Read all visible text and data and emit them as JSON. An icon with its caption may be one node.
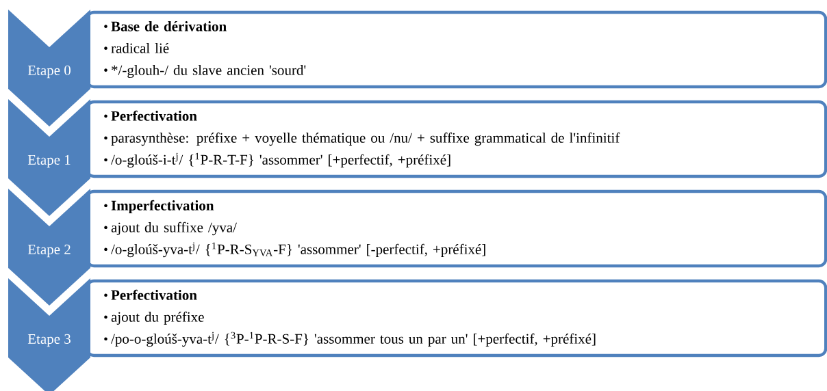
{
  "diagram": {
    "nodes": [
      {
        "text": [
          "Etape 0"
        ]
      },
      {
        "text": [
          "Base de dérivation",
          "radical lié",
          "*/-glouh-/ du slave ancien 'sourd'"
        ]
      },
      {
        "text": [
          "Etape 1"
        ]
      },
      {
        "text": [
          "Perfectivation",
          "parasynthèse: préfixe + voyelle thématique ou /nu/ + suffixe grammatical de l'infinitif",
          "/o-gloúš-i-t$^{j}$/ {$^{1}$P-R-T-F} 'assommer' [+perfectif, +préfixé]"
        ]
      },
      {
        "text": [
          "Etape 2"
        ]
      },
      {
        "text": [
          "Imperfectivation",
          "ajout du suffixe /yva/",
          "/o-gloúš-yva-t$^{j}$/ {$^{1}$P-R-S$_{YVA}$-F} 'assommer' [-perfectif, +préfixé]"
        ]
      },
      {
        "text": [
          "Etape 3"
        ]
      },
      {
        "text": [
          "Perfectivation",
          "ajout du préfixe",
          "/po-o-gloúš-yva-t$^{j}$/ {$^{3}$P-$^{1}$P-R-S-F} 'assommer tous un par un' [+perfectif, +préfixé]"
        ]
      }
    ]
  }
}
